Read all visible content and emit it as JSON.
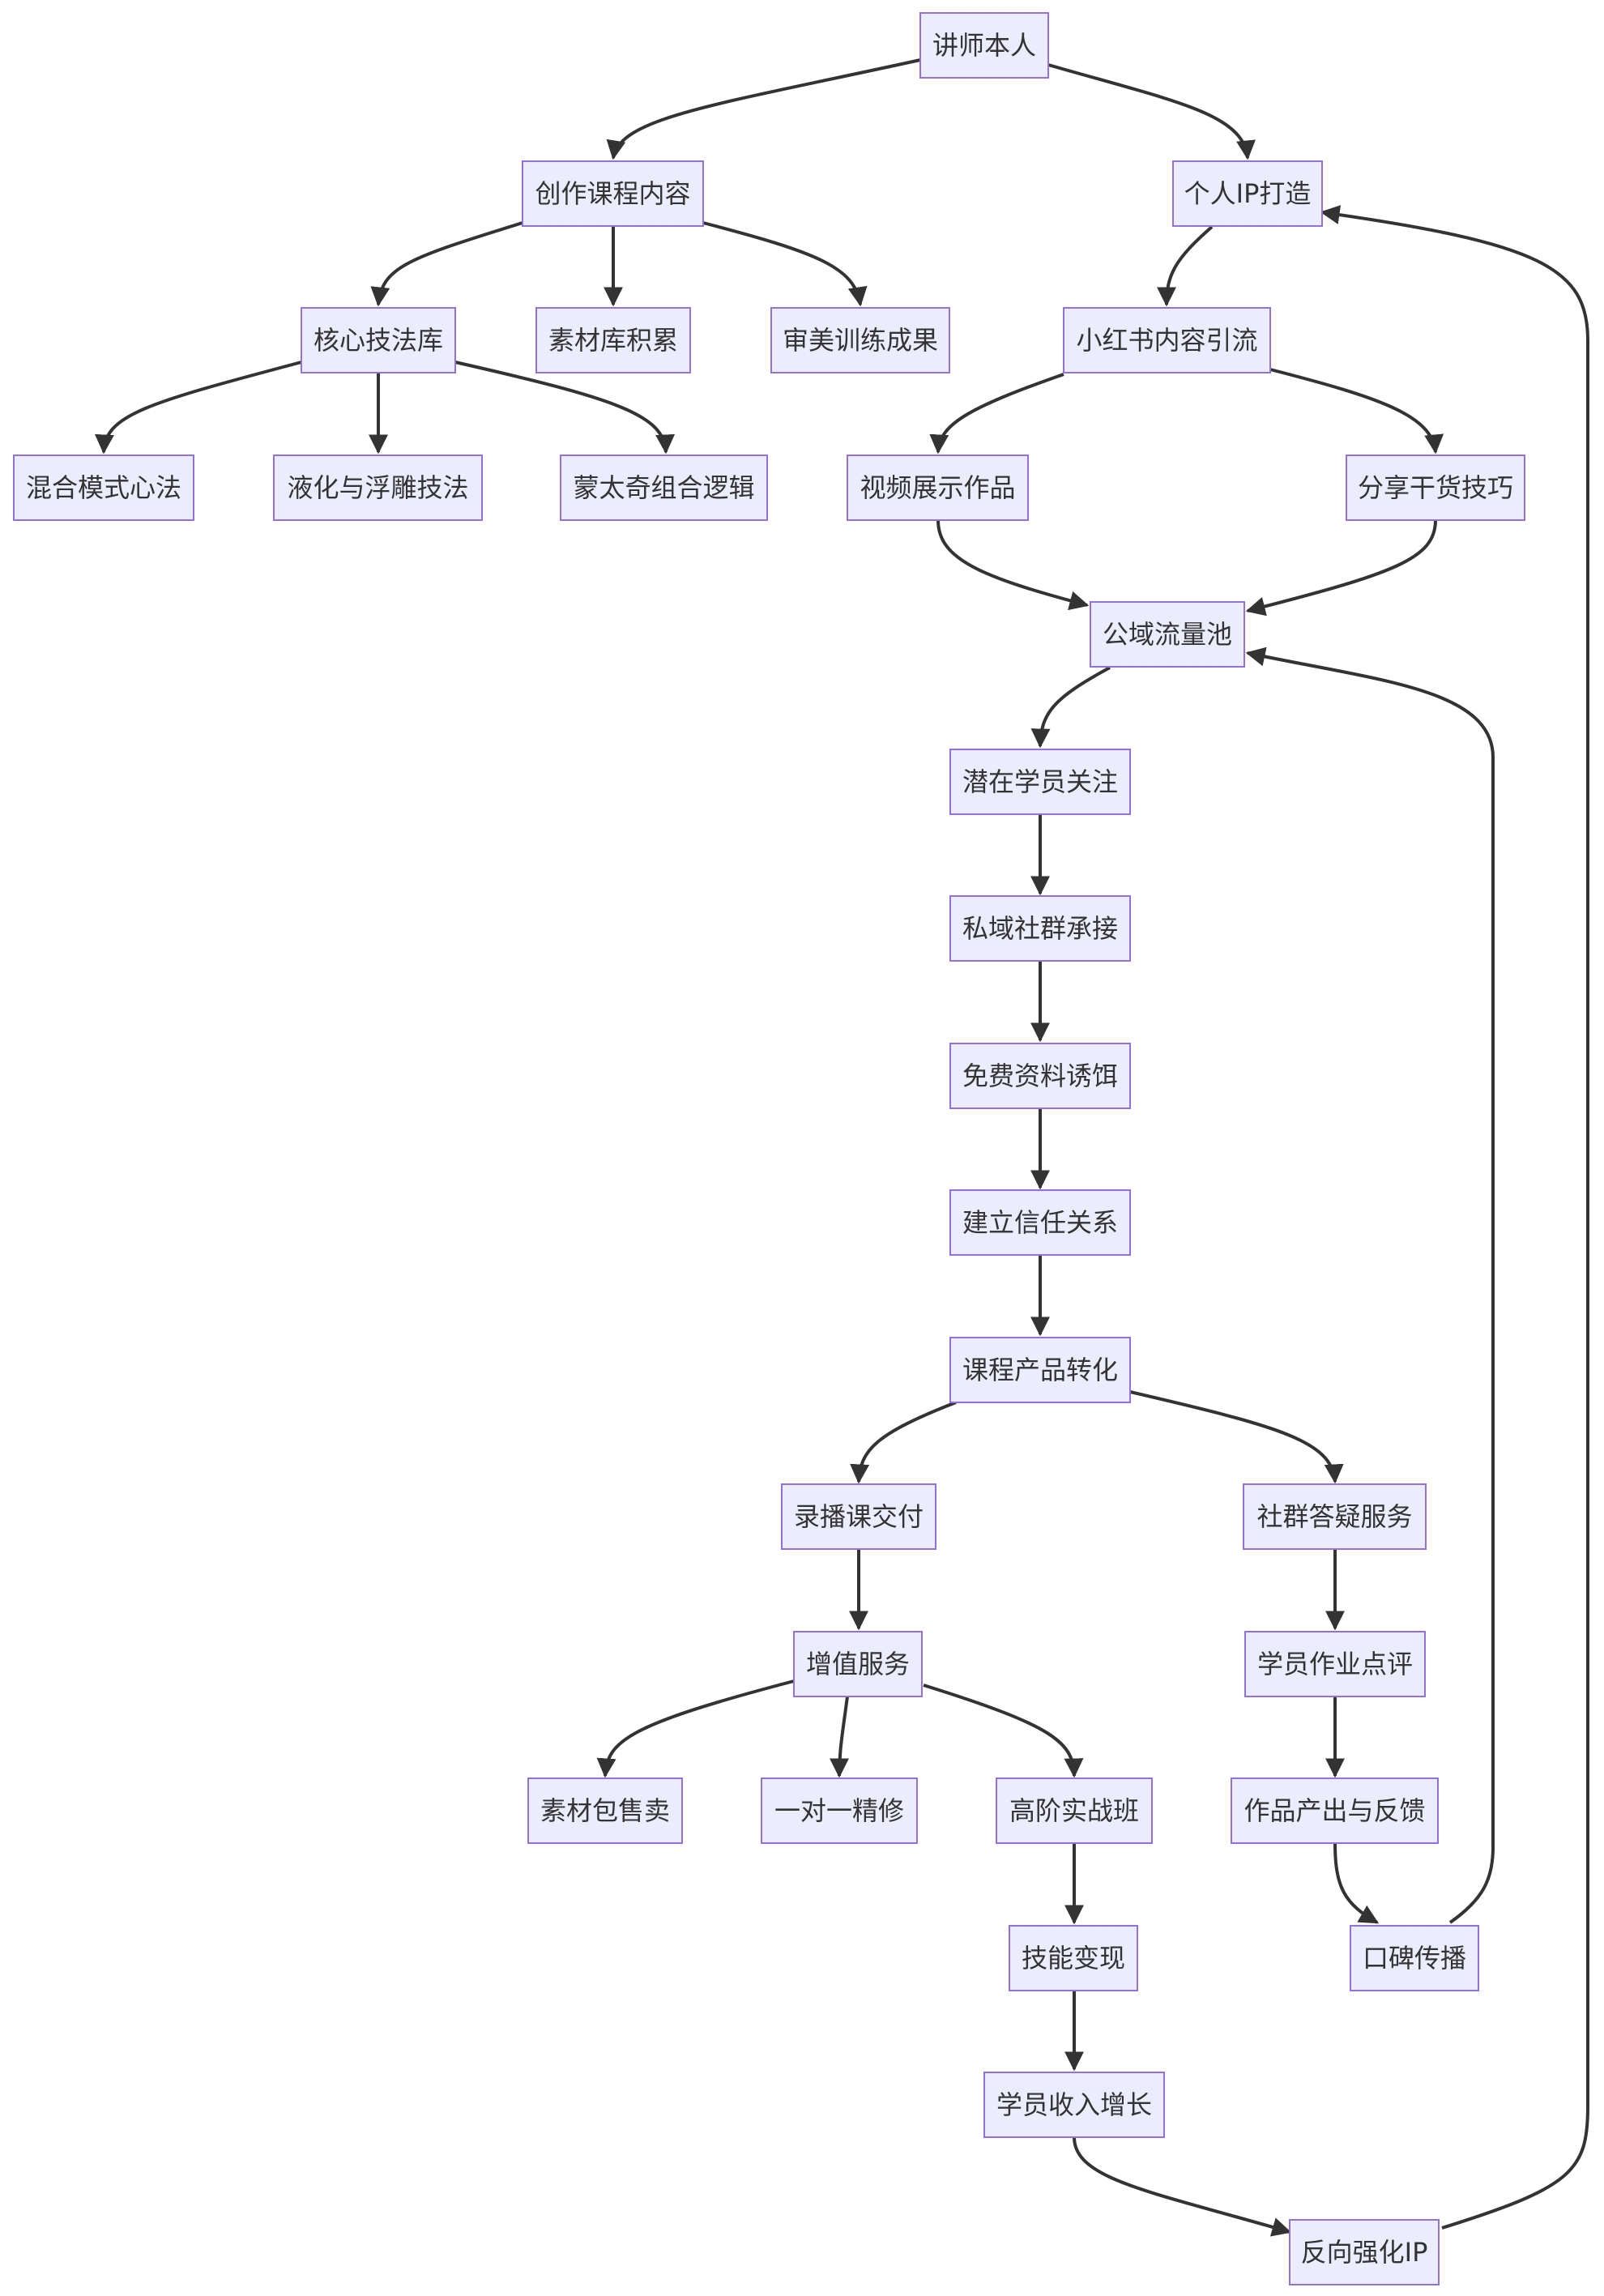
{
  "diagram": {
    "type": "flowchart",
    "nodes": [
      {
        "id": "n1",
        "label": "讲师本人"
      },
      {
        "id": "n2",
        "label": "创作课程内容"
      },
      {
        "id": "n3",
        "label": "个人IP打造"
      },
      {
        "id": "n4",
        "label": "核心技法库"
      },
      {
        "id": "n5",
        "label": "素材库积累"
      },
      {
        "id": "n6",
        "label": "审美训练成果"
      },
      {
        "id": "n7",
        "label": "小红书内容引流"
      },
      {
        "id": "n8",
        "label": "混合模式心法"
      },
      {
        "id": "n9",
        "label": "液化与浮雕技法"
      },
      {
        "id": "n10",
        "label": "蒙太奇组合逻辑"
      },
      {
        "id": "n11",
        "label": "视频展示作品"
      },
      {
        "id": "n12",
        "label": "分享干货技巧"
      },
      {
        "id": "n13",
        "label": "公域流量池"
      },
      {
        "id": "n14",
        "label": "潜在学员关注"
      },
      {
        "id": "n15",
        "label": "私域社群承接"
      },
      {
        "id": "n16",
        "label": "免费资料诱饵"
      },
      {
        "id": "n17",
        "label": "建立信任关系"
      },
      {
        "id": "n18",
        "label": "课程产品转化"
      },
      {
        "id": "n19",
        "label": "录播课交付"
      },
      {
        "id": "n20",
        "label": "社群答疑服务"
      },
      {
        "id": "n21",
        "label": "增值服务"
      },
      {
        "id": "n22",
        "label": "学员作业点评"
      },
      {
        "id": "n23",
        "label": "素材包售卖"
      },
      {
        "id": "n24",
        "label": "一对一精修"
      },
      {
        "id": "n25",
        "label": "高阶实战班"
      },
      {
        "id": "n26",
        "label": "作品产出与反馈"
      },
      {
        "id": "n27",
        "label": "技能变现"
      },
      {
        "id": "n28",
        "label": "口碑传播"
      },
      {
        "id": "n29",
        "label": "学员收入增长"
      },
      {
        "id": "n30",
        "label": "反向强化IP"
      }
    ],
    "edges": [
      {
        "from": "n1",
        "to": "n2"
      },
      {
        "from": "n1",
        "to": "n3"
      },
      {
        "from": "n2",
        "to": "n4"
      },
      {
        "from": "n2",
        "to": "n5"
      },
      {
        "from": "n2",
        "to": "n6"
      },
      {
        "from": "n3",
        "to": "n7"
      },
      {
        "from": "n4",
        "to": "n8"
      },
      {
        "from": "n4",
        "to": "n9"
      },
      {
        "from": "n4",
        "to": "n10"
      },
      {
        "from": "n7",
        "to": "n11"
      },
      {
        "from": "n7",
        "to": "n12"
      },
      {
        "from": "n11",
        "to": "n13"
      },
      {
        "from": "n12",
        "to": "n13"
      },
      {
        "from": "n13",
        "to": "n14"
      },
      {
        "from": "n14",
        "to": "n15"
      },
      {
        "from": "n15",
        "to": "n16"
      },
      {
        "from": "n16",
        "to": "n17"
      },
      {
        "from": "n17",
        "to": "n18"
      },
      {
        "from": "n18",
        "to": "n19"
      },
      {
        "from": "n18",
        "to": "n20"
      },
      {
        "from": "n19",
        "to": "n21"
      },
      {
        "from": "n20",
        "to": "n22"
      },
      {
        "from": "n21",
        "to": "n23"
      },
      {
        "from": "n21",
        "to": "n24"
      },
      {
        "from": "n21",
        "to": "n25"
      },
      {
        "from": "n22",
        "to": "n26"
      },
      {
        "from": "n25",
        "to": "n27"
      },
      {
        "from": "n26",
        "to": "n28"
      },
      {
        "from": "n27",
        "to": "n29"
      },
      {
        "from": "n28",
        "to": "n13"
      },
      {
        "from": "n29",
        "to": "n30"
      },
      {
        "from": "n30",
        "to": "n3"
      }
    ]
  },
  "colors": {
    "node_fill": "#ececff",
    "node_stroke": "#9370db",
    "edge": "#333333",
    "text": "#333333"
  }
}
